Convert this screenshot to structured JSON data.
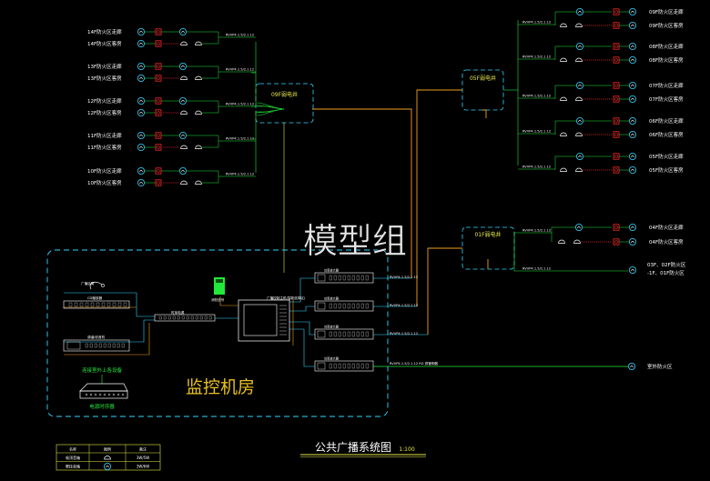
{
  "colors": {
    "background": "#000000",
    "cyan": "#33d6ff",
    "green": "#22e83a",
    "red": "#ff2a2a",
    "orange": "#f0a020",
    "yellow": "#e8e84a",
    "white": "#ffffff",
    "blue": "#3a4cff"
  },
  "watermark": "模型组",
  "monitor_room_label": "监控机房",
  "title": {
    "text": "公共广播系统图",
    "scale": "1:100"
  },
  "shafts": {
    "top_left": "09F弱电井",
    "top_right": "05F弱电井",
    "middle_right": "01F弱电井"
  },
  "left_group": {
    "floors": [
      {
        "label_a": "14F防火区走廊",
        "label_b": "14F防火区客房",
        "cable": "RVVP4.1.5/2.1.12"
      },
      {
        "label_a": "13F防火区走廊",
        "label_b": "13F防火区客房",
        "cable": "RVVP4.1.5/2.1.12"
      },
      {
        "label_a": "12F防火区走廊",
        "label_b": "12F防火区客房",
        "cable": "RVVP4.1.5/2.1.12"
      },
      {
        "label_a": "11F防火区走廊",
        "label_b": "11F防火区客房",
        "cable": "RVVP4.1.5/2.1.12"
      },
      {
        "label_a": "10F防火区走廊",
        "label_b": "10F防火区客房",
        "cable": "RVVP4.1.5/2.1.12"
      }
    ]
  },
  "right_group": {
    "floors": [
      {
        "label_a": "09F防火区走廊",
        "label_b": "09F防火区客房",
        "cable": "RVVP4.1.5/2.1.12"
      },
      {
        "label_a": "08F防火区走廊",
        "label_b": "08F防火区客房",
        "cable": "RVVP4.1.5/2.1.12"
      },
      {
        "label_a": "07F防火区走廊",
        "label_b": "07F防火区客房",
        "cable": "RVVP4.1.5/2.1.12"
      },
      {
        "label_a": "06F防火区走廊",
        "label_b": "06F防火区客房",
        "cable": "RVVP4.1.5/2.1.12"
      },
      {
        "label_a": "05F防火区走廊",
        "label_b": "05F防火区客房",
        "cable": "RVVP4.1.5/2.1.12"
      }
    ]
  },
  "lower_group": {
    "floors": [
      {
        "label_a": "04F防火区走廊",
        "label_b": "04F防火区客房",
        "cable": "RVVP4.1.5/2.1.12"
      }
    ],
    "extra_label_1": "03F、02F防火区",
    "extra_label_2": "-1F、01F防火区"
  },
  "outdoor_label": "室外防火区",
  "rack": {
    "main_controller_label": "广播控制主机(智能选择区)",
    "radio_label": "广播话筒",
    "cd_label": "CD播放器",
    "tuner_label": "调谐/收音机",
    "sequencer_label": "时序电源",
    "emergency_label": "消防信号",
    "amp_label": "功率放大器",
    "connect_note": "连接室外上各设备",
    "timer_label": "电源时序器",
    "amp_cable_1": "RVVP4.1.5/2.1.12",
    "amp_cable_2": "RVVP4.1.5/2.1.12",
    "amp_cable_3": "RVVP4.1.5/2.1.12",
    "amp_cable_4": "RVVP4.1.5/2.1.12 RG 穿管明敷"
  },
  "legend": {
    "headers": [
      "名称",
      "图例",
      "备注"
    ],
    "rows": [
      [
        "吸顶音箱",
        "",
        "3W/5W"
      ],
      [
        "壁挂音箱",
        "",
        "3W/6W"
      ]
    ]
  }
}
